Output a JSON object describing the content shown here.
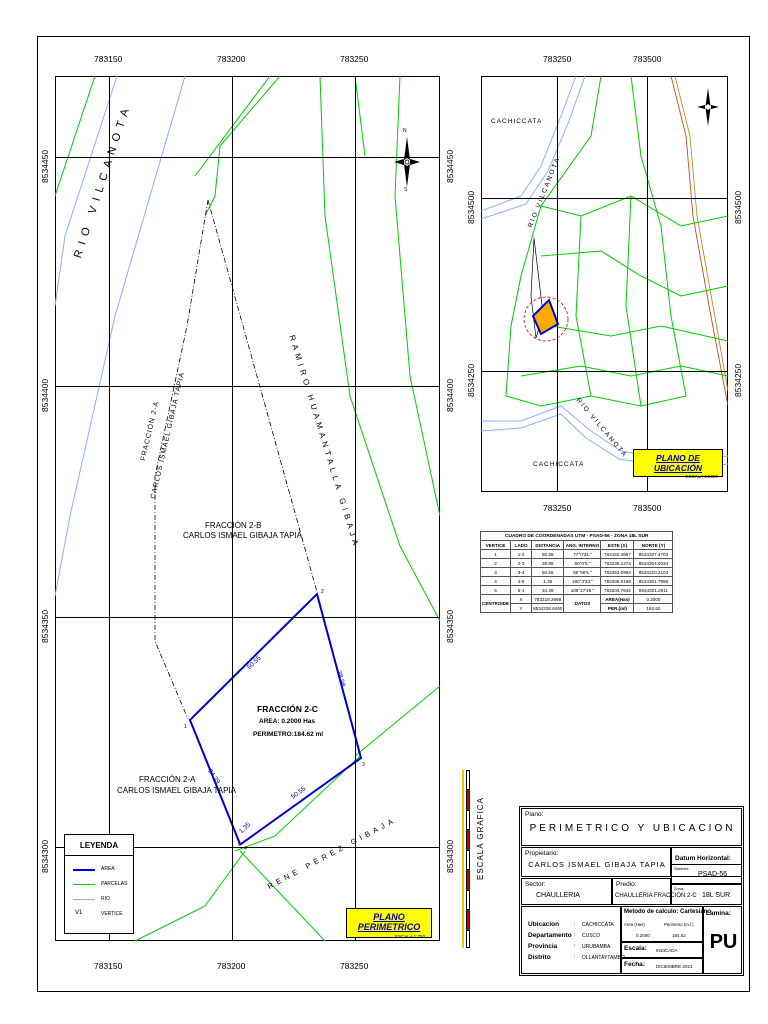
{
  "main_map": {
    "x_ticks": [
      "783150",
      "783200",
      "783250"
    ],
    "y_ticks": [
      "8534450",
      "8534400",
      "8534350",
      "8534300"
    ],
    "river_label": "RIO VILCANOTA",
    "north_letters": {
      "n": "N",
      "s": "S"
    },
    "labels": {
      "frac_2a_top_1": "FRACCIÓN 2-A",
      "frac_2a_top_2": "CARLOS ISMAEL GIBAJA TAPIA",
      "frac_2b_1": "FRACCIÓN 2-B",
      "frac_2b_2": "CARLOS ISMAEL GIBAJA TAPIA",
      "ramiro": "RAMIRO HUAMANTALLA GIBAJA",
      "frac_2c": "FRACCIÓN 2-C",
      "area": "AREA: 0.2000 Has",
      "perimetro": "PERIMETRO:184.62 ml",
      "frac_2a_bot_1": "FRACCIÓN 2-A",
      "frac_2a_bot_2": "CARLOS ISMAEL GIBAJA TAPIA",
      "rene": "RENE PEREZ GIBAJA"
    },
    "sides": {
      "s12": "50.55",
      "s23": "38.98",
      "s34": "50.55",
      "s45": "34.39",
      "s51": "1.35"
    },
    "vertices": [
      "1",
      "2",
      "3",
      "4",
      "5"
    ],
    "title": "PLANO PERIMETRICO",
    "scale": "ESCALA 1:750"
  },
  "legend": {
    "title": "LEYENDA",
    "items": [
      {
        "label": "AREA",
        "color": "#0000cc"
      },
      {
        "label": "PARCELAS",
        "color": "#00cc00"
      },
      {
        "label": "RIO",
        "color": "#88aaff"
      },
      {
        "label": "VERTICE",
        "color": "#000000",
        "symbol": "V1"
      }
    ]
  },
  "location_map": {
    "x_ticks": [
      "783250",
      "783500"
    ],
    "y_ticks": [
      "8534500",
      "8534250"
    ],
    "labels": {
      "cachiccata_top": "CACHICCATA",
      "rio_top": "RIO VILCANOTA",
      "rio_bottom": "RIO VILCANOTA",
      "cachiccata_bottom": "CACHICCATA"
    },
    "title": "PLANO DE UBICACIÓN",
    "scale": "ESCALA 1:5000"
  },
  "coord_table": {
    "title": "CUADRO DE COORDENADAS UTM - PSAD-56 - ZONA 18L SUR",
    "headers": [
      "VERTICE",
      "LADO",
      "DISTANCIA",
      "ANG. INTERNO",
      "ESTE (X)",
      "NORTE (Y)"
    ],
    "rows": [
      [
        "1",
        "1-2",
        "50.55",
        "77°0'34.\"",
        "783182.4687",
        "8534327.4703"
      ],
      [
        "2",
        "2-3",
        "38.98",
        "90°0'0.\"",
        "783235.1474",
        "8534354.0034"
      ],
      [
        "3",
        "3-4",
        "50.55",
        "85°56'5.\"",
        "783253.0994",
        "8534320.2104"
      ],
      [
        "4",
        "4-5",
        "1.35",
        "180°3'33.\"",
        "783206.0168",
        "8534301.7996"
      ],
      [
        "5",
        "5-1",
        "34.39",
        "106°27'48.\"",
        "783204.7642",
        "8534301.2911"
      ]
    ],
    "centroid": {
      "label": "CENTROIDE",
      "x_label": "X",
      "x_value": "783219.2998",
      "y_label": "Y",
      "y_value": "8534326.6460",
      "datos": "DATOS",
      "area_label": "AREA(Has)",
      "area_value": "0.2000",
      "per_label": "PER.(ml)",
      "per_value": "184.62"
    }
  },
  "scale_bar_label": "ESCALA GRAFICA",
  "title_block": {
    "plano_label": "Plano:",
    "plano_value": "PERIMETRICO Y UBICACION",
    "propietario_label": "Propietario:",
    "propietario_value": "CARLOS ISMAEL GIBAJA TAPIA",
    "datum_label": "Datum Horizontal:",
    "sistema_label": "Sistema",
    "sistema_value": "PSAD-56",
    "zona_label": "Zona",
    "zona_value": "18L SUR",
    "sector_label": "Sector:",
    "sector_value": "CHAULLERIA",
    "predio_label": "Predio:",
    "predio_value": "CHAULLERIA FRACCIÓN 2-C",
    "ubicacion": [
      {
        "k": "Ubicacion",
        "v": "CACHICCATA"
      },
      {
        "k": "Departamento",
        "v": "CUSCO"
      },
      {
        "k": "Provincia",
        "v": "URUBAMBA"
      },
      {
        "k": "Distrito",
        "v": "OLLANTAYTAMBO"
      }
    ],
    "metodo_label": "Metodo de calculo: Cartesiano",
    "area_label": "Area (Has)",
    "area_value": "0.2000",
    "perim_label": "Perimetro (m.l.)",
    "perim_value": "184.62",
    "escala_label": "Escala:",
    "escala_value": "INDICADA",
    "fecha_label": "Fecha:",
    "fecha_value": "DICIEMBRE-2021",
    "lamina_label": "Lamina:",
    "lamina_value": "PU"
  }
}
